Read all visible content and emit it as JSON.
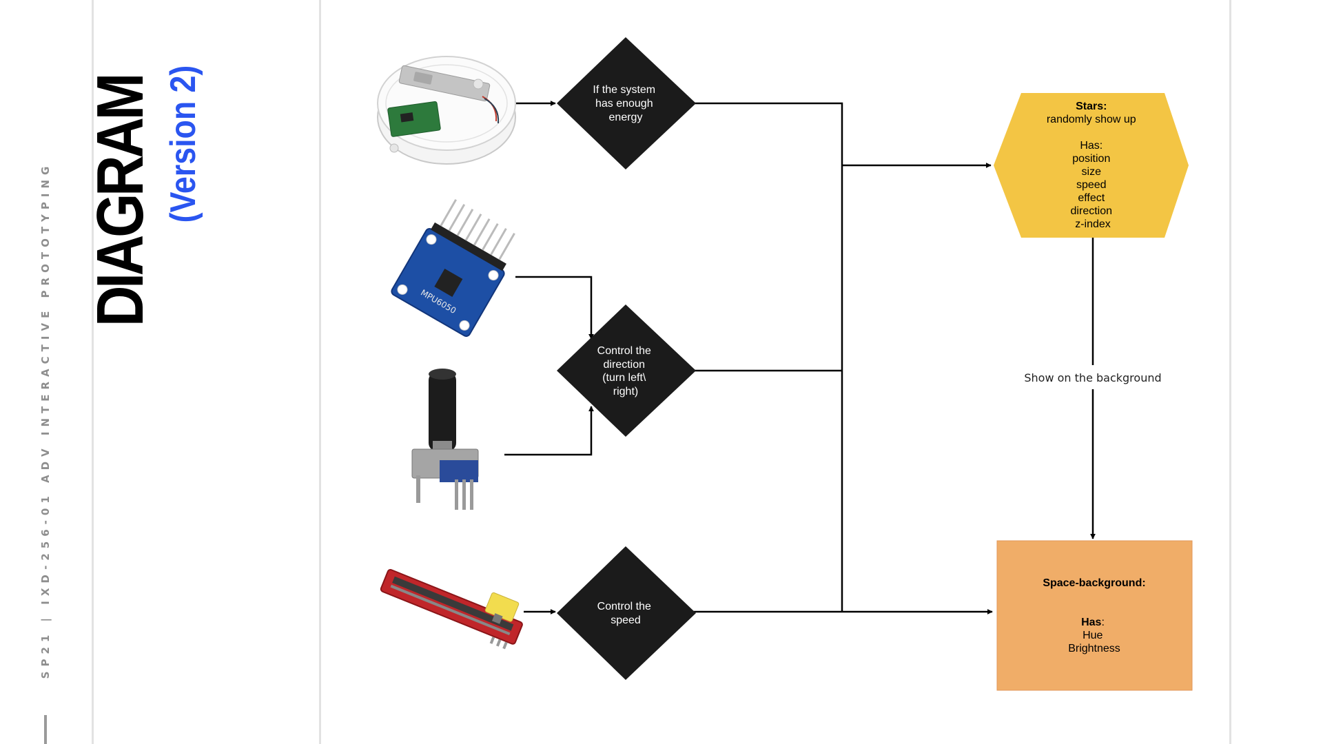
{
  "sidebar": {
    "course_label": "SP21  |  IXD-256-01  ADV INTERACTIVE PROTOTYPING"
  },
  "header": {
    "title": "DIAGRAM",
    "subtitle": "(Version 2)"
  },
  "diagram": {
    "decisions": {
      "energy": [
        "If the system",
        "has enough",
        "energy"
      ],
      "direction": [
        "Control the",
        "direction",
        "(turn left\\",
        "right)"
      ],
      "speed": [
        "Control the",
        "speed"
      ]
    },
    "stars": {
      "title": "Stars:",
      "lines": [
        "randomly show up",
        "",
        "Has:",
        "position",
        "size",
        "speed",
        "effect",
        "direction",
        "z-index"
      ],
      "color": "#f3c544"
    },
    "background_box": {
      "title": "Space-background:",
      "has_label": "Has",
      "has_colon": ":",
      "lines": [
        "Hue",
        "Brightness"
      ],
      "color": "#f0ad68"
    },
    "edge_label": "Show on the background",
    "components": {
      "load_cell": "load-cell-sensor",
      "gyro": "MPU6050",
      "knob": "rotary-potentiometer",
      "slider": "slide-potentiometer"
    }
  },
  "colors": {
    "decision_fill": "#1b1b1b",
    "accent_blue": "#2a55f0"
  }
}
